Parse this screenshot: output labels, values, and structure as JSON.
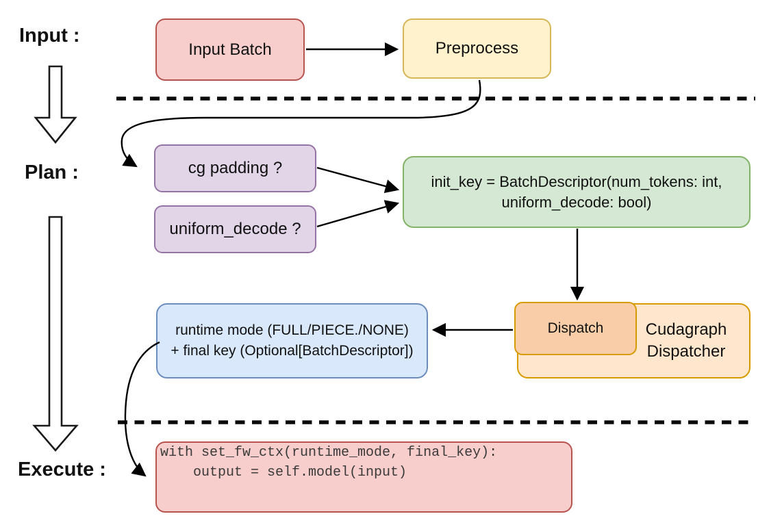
{
  "sections": {
    "input_label": "Input :",
    "plan_label": "Plan :",
    "execute_label": "Execute :"
  },
  "nodes": {
    "input_batch": {
      "label": "Input Batch"
    },
    "preprocess": {
      "label": "Preprocess"
    },
    "cg_padding": {
      "label": "cg padding ?"
    },
    "uniform_decode": {
      "label": "uniform_decode ?"
    },
    "init_key": {
      "line1": "init_key = BatchDescriptor(num_tokens: int,",
      "line2": "uniform_decode: bool)"
    },
    "dispatch": {
      "label": "Dispatch"
    },
    "cudagraph_dispatcher": {
      "line1": "Cudagraph",
      "line2": "Dispatcher"
    },
    "runtime_mode": {
      "line1": "runtime mode (FULL/PIECE./NONE)",
      "line2": "+ final key (Optional[BatchDescriptor])"
    },
    "execute_code": {
      "line1": "with set_fw_ctx(runtime_mode, final_key):",
      "line2": "    output = self.model(input)"
    }
  },
  "colors": {
    "red_fill": "#F8CECC",
    "red_stroke": "#B85450",
    "yellow_fill": "#FFF2CC",
    "yellow_stroke": "#D6B656",
    "purple_fill": "#E1D5E7",
    "purple_stroke": "#9673A6",
    "green_fill": "#D5E8D4",
    "green_stroke": "#82B366",
    "blue_fill": "#DAE8FC",
    "blue_stroke": "#6C8EBF",
    "orange_fill": "#FFE6CC",
    "orange_inner_fill": "#F9CDA7",
    "orange_stroke": "#D79B00",
    "line_color": "#000000"
  }
}
